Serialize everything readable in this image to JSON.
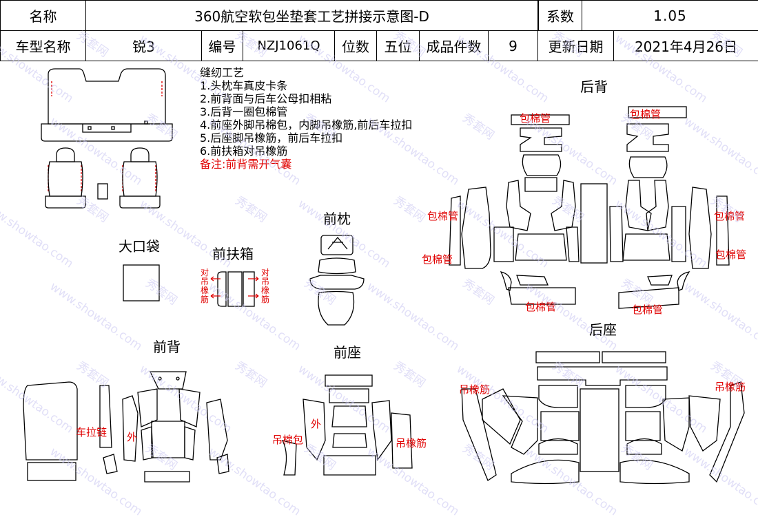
{
  "header": {
    "name_label": "名称",
    "title": "360航空软包坐垫套工艺拼接示意图-D",
    "coef_label": "系数",
    "coef_value": "1.05",
    "model_label": "车型名称",
    "model_value": "锐3",
    "code_label": "编号",
    "code_value": "NZJ1061Q",
    "seats_label": "位数",
    "seats_value": "五位",
    "pieces_label": "成品件数",
    "pieces_value": "9",
    "update_label": "更新日期",
    "update_value": "2021年4月26日"
  },
  "notes": {
    "title": "缝纫工艺",
    "items": [
      "1.头枕车真皮卡条",
      "2.前背面与后车公母扣相粘",
      "3.后背一圈包棉管",
      "4.前座外脚吊棉包，内脚吊橡筋,前后车拉扣",
      "5.后座脚吊橡筋，前后车拉扣",
      "6.前扶箱对吊橡筋"
    ],
    "remark": "备注:前背需开气囊"
  },
  "sections": {
    "rear_back": "后背",
    "front_pillow": "前枕",
    "big_pocket": "大口袋",
    "front_armrest": "前扶箱",
    "rear_seat": "后座",
    "front_back": "前背",
    "front_seat": "前座"
  },
  "labels": {
    "cotton_tube": "包棉管",
    "hang_elastic": "吊橡筋",
    "zipper": "车拉链",
    "outer": "外",
    "hang_cotton": "吊棉包",
    "armrest_note": "对吊橡筋"
  },
  "watermark": {
    "brand_cn": "秀套网",
    "site": "www.showtao.com"
  }
}
